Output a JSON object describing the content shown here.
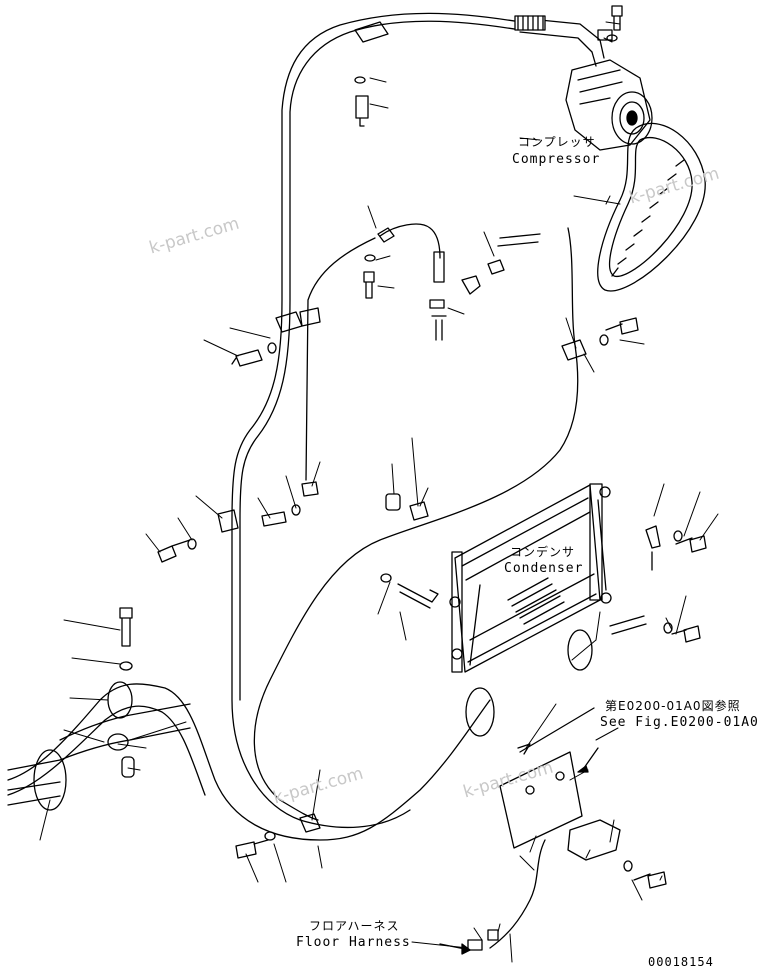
{
  "labels": {
    "compressor_jp": "コンプレッサ",
    "compressor_en": "Compressor",
    "condenser_jp": "コンデンサ",
    "condenser_en": "Condenser",
    "reference_jp": "第E0200-01A0図参照",
    "reference_en": "See Fig.E0200-01A0",
    "floor_harness_jp": "フロアハーネス",
    "floor_harness_en": "Floor Harness",
    "drawing_number": "00018154"
  },
  "watermark": {
    "text": "k-part.com"
  }
}
